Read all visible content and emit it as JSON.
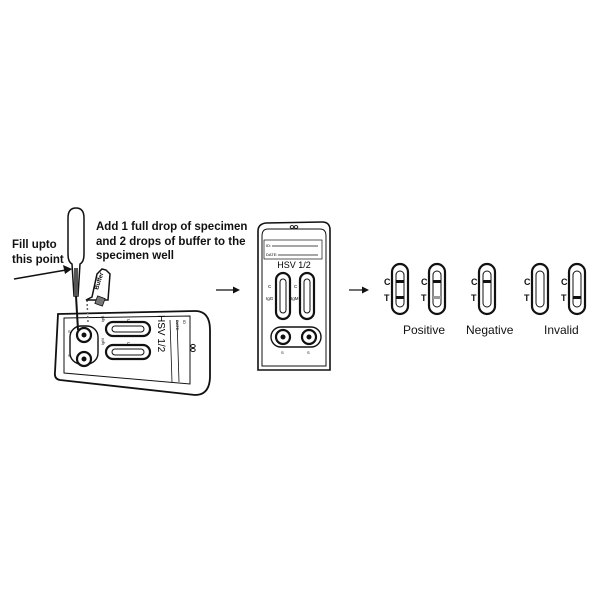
{
  "step1": {
    "instruction": [
      "Add 1 full drop of specimen",
      "and 2 drops of buffer to the",
      "specimen well"
    ],
    "fill_label": [
      "Fill upto",
      "this point"
    ],
    "buffer_label": "Buffer",
    "device": {
      "product": "HSV 1/2",
      "id_label": "ID",
      "date_label": "DATE",
      "igg_label": "IgG",
      "igm_label": "IgM",
      "c_label": "C",
      "t_label": "T",
      "s_label": "S"
    }
  },
  "step2": {
    "device": {
      "id_label": "ID:",
      "date_label": "DATE:",
      "product": "HSV 1/2",
      "igg_label": "IgG",
      "igm_label": "IgM",
      "c_label": "C",
      "t_label": "T",
      "s_label": "S"
    }
  },
  "results": {
    "c_label": "C",
    "t_label": "T",
    "categories": [
      "Positive",
      "Negative",
      "Invalid"
    ],
    "windows": [
      {
        "category": "Positive",
        "control_line": true,
        "test_line": true,
        "test_line_shade": "dark"
      },
      {
        "category": "Positive",
        "control_line": true,
        "test_line": true,
        "test_line_shade": "light"
      },
      {
        "category": "Negative",
        "control_line": true,
        "test_line": false
      },
      {
        "category": "Invalid",
        "control_line": false,
        "test_line": false
      },
      {
        "category": "Invalid",
        "control_line": false,
        "test_line": true,
        "test_line_shade": "dark"
      }
    ]
  },
  "colors": {
    "ink": "#111111",
    "light_line": "#9a9a9a",
    "background": "#ffffff"
  }
}
